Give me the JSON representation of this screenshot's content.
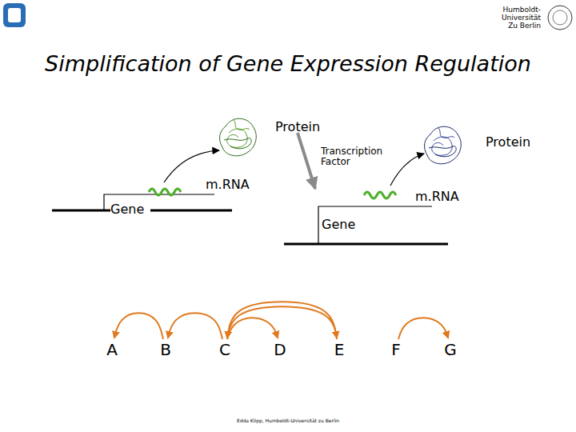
{
  "diagram": {
    "title": "Simplification of Gene Expression Regulation",
    "nodes": [
      {
        "text": [
          "A"
        ]
      },
      {
        "text": [
          "B"
        ]
      },
      {
        "text": [
          "C"
        ]
      },
      {
        "text": [
          "D"
        ]
      },
      {
        "text": [
          "E"
        ]
      },
      {
        "text": [
          "F"
        ]
      },
      {
        "text": [
          "G"
        ]
      }
    ],
    "edges": [
      {
        "from": 1,
        "to": 0,
        "arrow": "to"
      },
      {
        "from": 2,
        "to": 1,
        "arrow": "to"
      },
      {
        "from": 2,
        "to": 3,
        "arrow": "to"
      },
      {
        "from": 2,
        "to": 4,
        "arrow": "to"
      },
      {
        "from": 4,
        "to": 2,
        "arrow": "to"
      },
      {
        "from": 5,
        "to": 6,
        "arrow": "to"
      }
    ],
    "labels": [
      "Humboldt- Universität Zu Berlin",
      "Protein",
      "Transcription Factor",
      "m.RNA",
      "Gene",
      "Protein",
      "m.RNA",
      "Gene",
      "Edda Klipp, Humboldt-Universität zu Berlin"
    ]
  }
}
